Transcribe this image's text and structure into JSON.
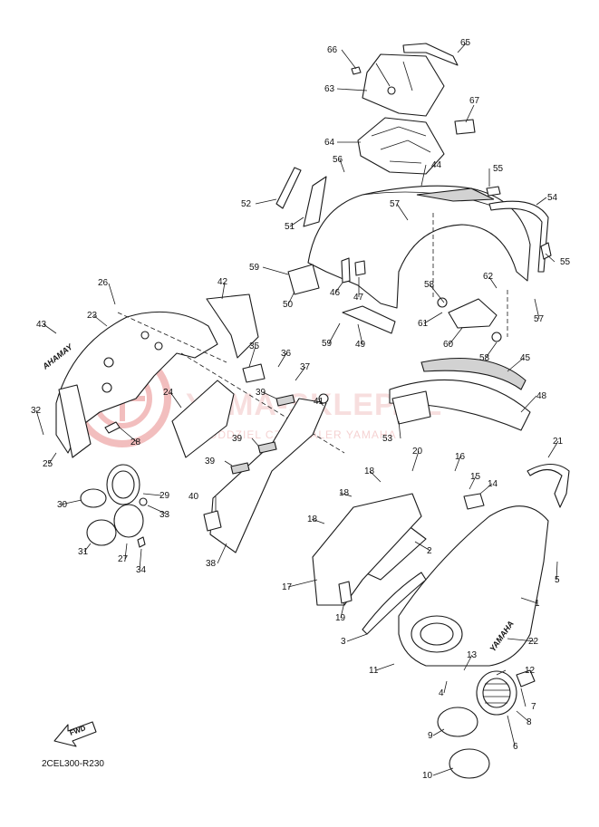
{
  "diagram": {
    "reference_code": "2CEL300-R230",
    "fwd_label": "FWD",
    "brand_marks": [
      "YAMAHA",
      "AHAMAY"
    ],
    "watermark": {
      "main": "YAMA-SKLEP.PL",
      "sub": "ODDZIEL CZ | DEALER YAMAHA",
      "color": "#e88a8a"
    },
    "callouts": [
      {
        "id": "66",
        "label": "66"
      },
      {
        "id": "65",
        "label": "65"
      },
      {
        "id": "63",
        "label": "63"
      },
      {
        "id": "67",
        "label": "67"
      },
      {
        "id": "64",
        "label": "64"
      },
      {
        "id": "56",
        "label": "56"
      },
      {
        "id": "44",
        "label": "44"
      },
      {
        "id": "55a",
        "label": "55"
      },
      {
        "id": "52",
        "label": "52"
      },
      {
        "id": "54",
        "label": "54"
      },
      {
        "id": "57a",
        "label": "57"
      },
      {
        "id": "51",
        "label": "51"
      },
      {
        "id": "55b",
        "label": "55"
      },
      {
        "id": "59a",
        "label": "59"
      },
      {
        "id": "42",
        "label": "42"
      },
      {
        "id": "26",
        "label": "26"
      },
      {
        "id": "62",
        "label": "62"
      },
      {
        "id": "58a",
        "label": "58"
      },
      {
        "id": "46",
        "label": "46"
      },
      {
        "id": "47",
        "label": "47"
      },
      {
        "id": "50",
        "label": "50"
      },
      {
        "id": "57b",
        "label": "57"
      },
      {
        "id": "61",
        "label": "61"
      },
      {
        "id": "43",
        "label": "43"
      },
      {
        "id": "23",
        "label": "23"
      },
      {
        "id": "59b",
        "label": "59"
      },
      {
        "id": "49",
        "label": "49"
      },
      {
        "id": "60",
        "label": "60"
      },
      {
        "id": "35",
        "label": "35"
      },
      {
        "id": "36",
        "label": "36"
      },
      {
        "id": "58b",
        "label": "58"
      },
      {
        "id": "45",
        "label": "45"
      },
      {
        "id": "37",
        "label": "37"
      },
      {
        "id": "24",
        "label": "24"
      },
      {
        "id": "39a",
        "label": "39"
      },
      {
        "id": "41",
        "label": "41"
      },
      {
        "id": "48",
        "label": "48"
      },
      {
        "id": "32",
        "label": "32"
      },
      {
        "id": "39b",
        "label": "39"
      },
      {
        "id": "53",
        "label": "53"
      },
      {
        "id": "28",
        "label": "28"
      },
      {
        "id": "25",
        "label": "25"
      },
      {
        "id": "21",
        "label": "21"
      },
      {
        "id": "20",
        "label": "20"
      },
      {
        "id": "16",
        "label": "16"
      },
      {
        "id": "39c",
        "label": "39"
      },
      {
        "id": "18a",
        "label": "18"
      },
      {
        "id": "15",
        "label": "15"
      },
      {
        "id": "29",
        "label": "29"
      },
      {
        "id": "14",
        "label": "14"
      },
      {
        "id": "30",
        "label": "30"
      },
      {
        "id": "18b",
        "label": "18"
      },
      {
        "id": "33",
        "label": "33"
      },
      {
        "id": "40",
        "label": "40"
      },
      {
        "id": "18c",
        "label": "18"
      },
      {
        "id": "2",
        "label": "2"
      },
      {
        "id": "31",
        "label": "31"
      },
      {
        "id": "27",
        "label": "27"
      },
      {
        "id": "5",
        "label": "5"
      },
      {
        "id": "34",
        "label": "34"
      },
      {
        "id": "38",
        "label": "38"
      },
      {
        "id": "17",
        "label": "17"
      },
      {
        "id": "1",
        "label": "1"
      },
      {
        "id": "19",
        "label": "19"
      },
      {
        "id": "3",
        "label": "3"
      },
      {
        "id": "22",
        "label": "22"
      },
      {
        "id": "13",
        "label": "13"
      },
      {
        "id": "11",
        "label": "11"
      },
      {
        "id": "12",
        "label": "12"
      },
      {
        "id": "4",
        "label": "4"
      },
      {
        "id": "7",
        "label": "7"
      },
      {
        "id": "8",
        "label": "8"
      },
      {
        "id": "9",
        "label": "9"
      },
      {
        "id": "6",
        "label": "6"
      },
      {
        "id": "10",
        "label": "10"
      }
    ]
  }
}
